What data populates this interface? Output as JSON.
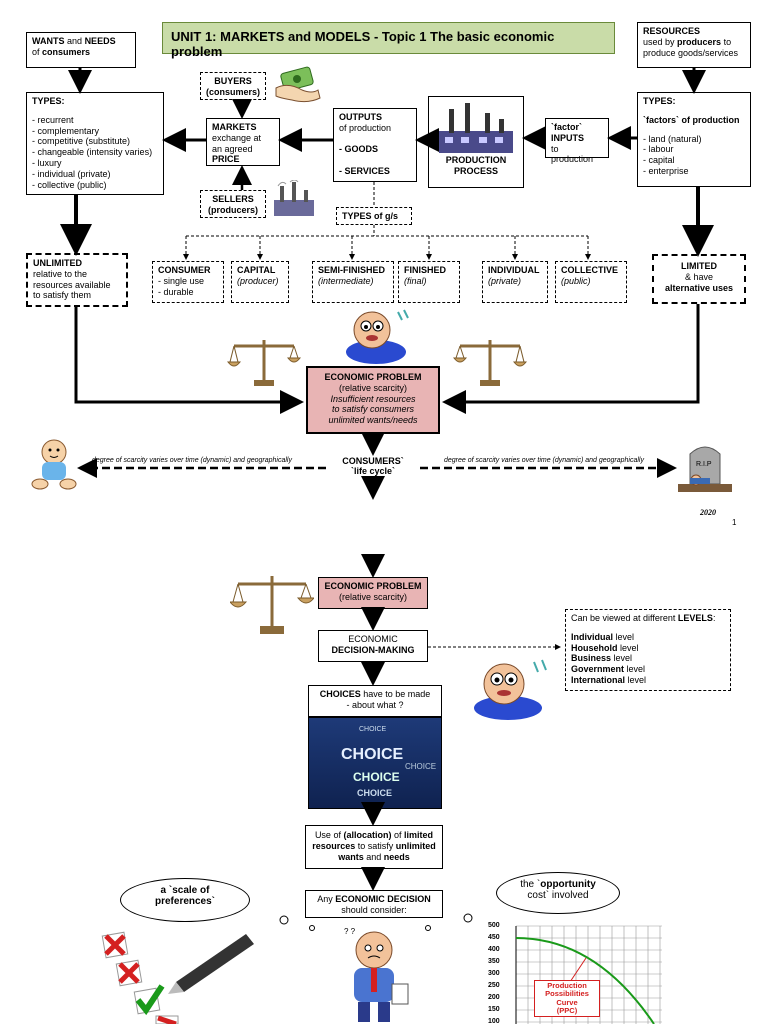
{
  "title": "UNIT 1: MARKETS and MODELS - Topic 1 The basic economic problem",
  "wants": {
    "line1_a": "WANTS",
    "line1_b": "and",
    "line1_c": "NEEDS",
    "line2_a": "of",
    "line2_b": "consumers"
  },
  "resources": {
    "title": "RESOURCES",
    "line2_a": "used by",
    "line2_b": "producers",
    "line2_c": "to",
    "line3": "produce goods/services"
  },
  "wants_types": {
    "title": "TYPES:",
    "items": [
      "recurrent",
      "complementary",
      "competitive (substitute)",
      "changeable (intensity varies)",
      "luxury",
      "individual (private)",
      "collective (public)"
    ]
  },
  "resource_types": {
    "title": "TYPES:",
    "subtitle": "`factors` of production",
    "items": [
      "land (natural)",
      "labour",
      "capital",
      "enterprise"
    ]
  },
  "buyers": {
    "title": "BUYERS",
    "sub": "(consumers)"
  },
  "sellers": {
    "title": "SELLERS",
    "sub": "(producers)"
  },
  "markets": {
    "title": "MARKETS",
    "l2": "exchange at",
    "l3": "an agreed",
    "l4": "PRICE"
  },
  "outputs": {
    "title": "OUTPUTS",
    "sub": "of production",
    "i1": "- GOODS",
    "i2": "- SERVICES"
  },
  "production": {
    "l1": "PRODUCTION",
    "l2": "PROCESS"
  },
  "inputs": {
    "l1": "`factor`",
    "l2": "INPUTS",
    "l3": "to production"
  },
  "types_gs": "TYPES of g/s",
  "categories": [
    {
      "title": "CONSUMER",
      "l2": "- single use",
      "l3": "- durable"
    },
    {
      "title": "CAPITAL",
      "l2": "(producer)"
    },
    {
      "title": "SEMI-FINISHED",
      "l2": "(intermediate)"
    },
    {
      "title": "FINISHED",
      "l2": "(final)"
    },
    {
      "title": "INDIVIDUAL",
      "l2": "(private)"
    },
    {
      "title": "COLLECTIVE",
      "l2": "(public)"
    }
  ],
  "unlimited": {
    "title": "UNLIMITED",
    "l2": "relative to the",
    "l3": "resources available",
    "l4": "to satisfy them"
  },
  "limited": {
    "title": "LIMITED",
    "l2": "& have",
    "l3": "alternative uses"
  },
  "economic_problem": {
    "title": "ECONOMIC PROBLEM",
    "sub": "(relative scarcity)",
    "l3": "Insufficient resources",
    "l4": "to satisfy consumers",
    "l5": "unlimited wants/needs"
  },
  "consumers_life": {
    "l1": "CONSUMERS`",
    "l2": "`life cycle`"
  },
  "scarcity_note_left": "degree of scarcity varies over time (dynamic) and geographically",
  "scarcity_note_right": "degree of scarcity varies over time (dynamic) and geographically",
  "year": "2020",
  "page_number": "1",
  "economic_problem2": {
    "title": "ECONOMIC PROBLEM",
    "sub": "(relative scarcity)"
  },
  "decision_making": {
    "l1": "ECONOMIC",
    "l2": "DECISION-MAKING"
  },
  "levels": {
    "heading_a": "Can be viewed at different",
    "heading_b": "LEVELS",
    "heading_c": ":",
    "items": [
      {
        "bold": "Individual",
        "rest": " level"
      },
      {
        "bold": "Household",
        "rest": " level"
      },
      {
        "bold": "Business",
        "rest": " level"
      },
      {
        "bold": "Government",
        "rest": " level"
      },
      {
        "bold": "International",
        "rest": " level"
      }
    ]
  },
  "choices": {
    "bold": "CHOICES",
    "rest": " have to be made",
    "l2": "- about what ?"
  },
  "choice_word": "CHOICE",
  "allocation": {
    "l1a": "Use of",
    "l1b": "(allocation)",
    "l1c": "of",
    "l1d": "limited",
    "l2a": "resources",
    "l2b": "to satisfy",
    "l2c": "unlimited",
    "l3a": "wants",
    "l3b": "and",
    "l3c": "needs"
  },
  "decision": {
    "l1a": "Any",
    "l1b": "ECONOMIC DECISION",
    "l2": "should consider:"
  },
  "cloud_left": {
    "l1": "a `scale of",
    "l2": "preferences`"
  },
  "cloud_right": {
    "l1a": "the `",
    "l1b": "opportunity",
    "l2": "cost` involved"
  },
  "ppc": {
    "label_l1": "Production",
    "label_l2": "Possibilities",
    "label_l3": "Curve",
    "label_l4": "(PPC)",
    "yticks": [
      "500",
      "450",
      "400",
      "350",
      "300",
      "250",
      "200",
      "150",
      "100"
    ]
  },
  "colors": {
    "title_bg": "#c9dca8",
    "problem_bg": "#e8b4b4",
    "ppc_curve": "#1a9a1a",
    "ppc_label": "#d42020"
  }
}
